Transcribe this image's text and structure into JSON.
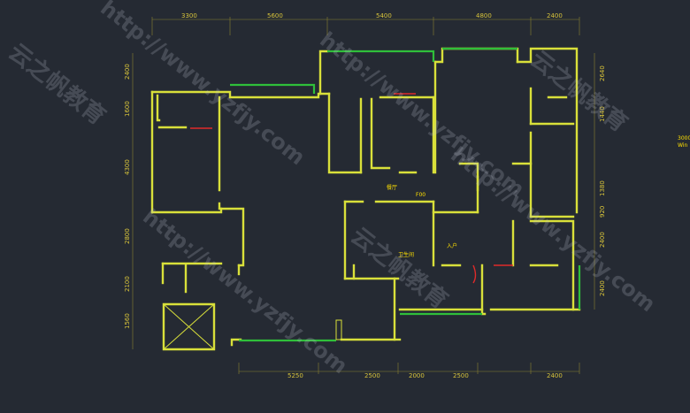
{
  "colors": {
    "background": "#252a33",
    "wall": "#d9e03a",
    "window": "#2fbf3a",
    "door": "#e02a2a",
    "dimension": "#d8c43a",
    "label": "#ffe000"
  },
  "dimensions": {
    "top": [
      "3300",
      "5600",
      "5400",
      "4800",
      "2400"
    ],
    "bottom": [
      "5250",
      "2500",
      "2000",
      "2500",
      "2400"
    ],
    "left": [
      "2400",
      "1600",
      "4300",
      "2800",
      "2100",
      "1560"
    ],
    "right": [
      "2640",
      "1440",
      "1380",
      "920",
      "2400",
      "2400"
    ]
  },
  "room_labels": {
    "room_a": "餐厅",
    "room_b": "卫生间",
    "room_c": "入户",
    "room_d": "F00",
    "right_note_1": "3000",
    "right_note_2": "Win"
  },
  "watermarks": {
    "url": "http://www.yzfjy.com",
    "brand": "云之帆教育"
  }
}
